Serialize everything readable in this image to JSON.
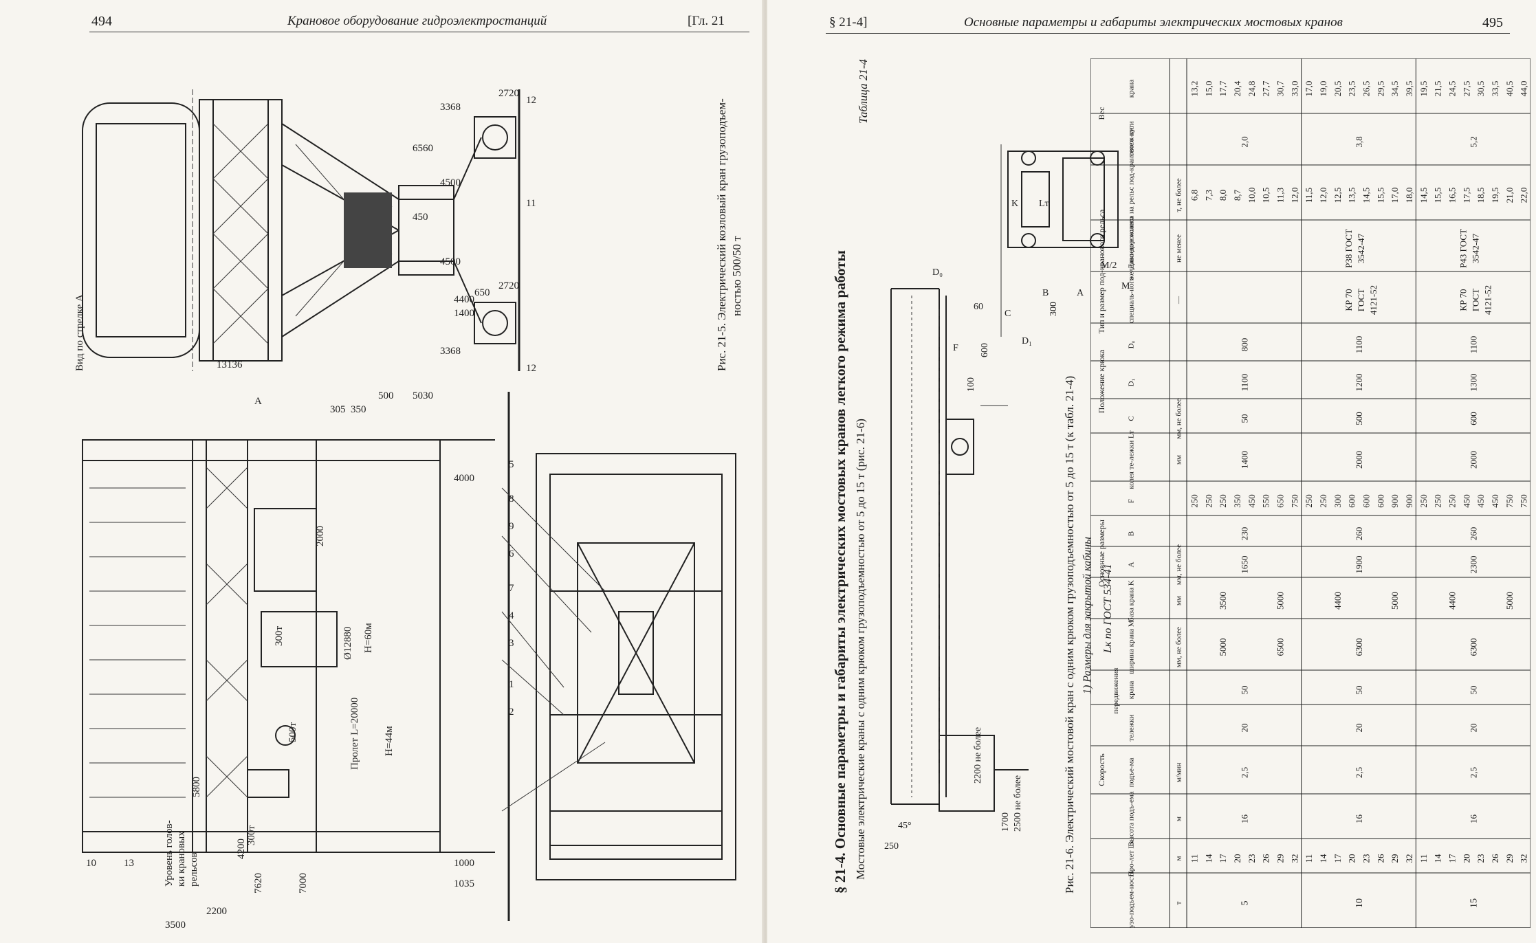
{
  "left_page": {
    "page_number": "494",
    "running_title": "Крановое оборудование гидроэлектростанций",
    "chapter": "[Гл. 21",
    "fig_21_5": {
      "caption": "Рис. 21-5. Электрический козловый кран грузоподъем-",
      "caption2": "ностью 500/50 т",
      "view_label": "Вид по стрелке А",
      "dims_top": [
        "3368",
        "4500",
        "4500",
        "3368",
        "13136",
        "2720",
        "2720",
        "4400",
        "1400",
        "450",
        "650",
        "6560"
      ],
      "leaders": [
        "11",
        "12",
        "12"
      ]
    },
    "fig_main": {
      "labels": [
        "Пролет L=20000",
        "H=60м",
        "H=44м",
        "300т",
        "300т",
        "500т",
        "Ø12880",
        "2000",
        "5800",
        "7620",
        "7000",
        "4200",
        "5030",
        "500",
        "350",
        "305",
        "4000",
        "1000",
        "1035",
        "2200",
        "3500",
        "A"
      ],
      "rail_label": "Уровень голов-",
      "rail_label2": "ки крановых",
      "rail_label3": "рельсов",
      "callouts": [
        "10",
        "13",
        "1",
        "2",
        "3",
        "4",
        "7",
        "6",
        "9",
        "8",
        "5"
      ]
    }
  },
  "right_page": {
    "page_number": "495",
    "section_ref": "§ 21-4]",
    "running_title": "Основные параметры и габариты электрических мостовых кранов",
    "section_title": "§ 21-4. Основные параметры и габариты электрических мостовых кранов легкого режима работы",
    "subtitle": "Мостовые электрические краны с одним крюком грузоподъемностью от 5 до 15 т (рис. 21-6)",
    "table_label": "Таблица 21-4",
    "fig_21_6": {
      "caption": "Рис. 21-6. Электрический мостовой кран с одним крюком грузоподъемностью от 5 до 15 т (к табл. 21-4)",
      "note": "1) Размеры для закрытой кабины",
      "span_label": "Lк по ГОСТ 534-41",
      "dims": [
        "250",
        "45°",
        "1700",
        "2500 не более",
        "2200 не более",
        "100",
        "600",
        "300",
        "B",
        "A",
        "60",
        "D₀",
        "D₁",
        "F",
        "C",
        "M",
        "M/2",
        "K",
        "Lт"
      ]
    },
    "table": {
      "headers": {
        "capacity": "Грузо-подъем-ность",
        "span": "Про-лет Lк",
        "lift_height": "Высота подъ-ема",
        "speed": "Скорость",
        "speed_lift": "подъе-ма",
        "speed_travel": "передвижения",
        "speed_trolley": "тележки",
        "speed_crane": "крана",
        "main_dims": "Основные размеры",
        "width": "ширина крана M",
        "base": "база крана K",
        "A": "A",
        "B": "B",
        "F": "F",
        "track": "колея те-лежки Lт",
        "hook": "Положение крюка",
        "C": "C",
        "D1": "D₁",
        "D0": "D₀",
        "rail_type": "Тип и размер под-кранового рельса",
        "rail_special": "специаль-ного",
        "rail_railway": "железно-дорожного",
        "wheel_pressure": "Давление колеса на рельс под-кранового пути",
        "weight": "Вес",
        "weight_trolley": "тележ-ки",
        "weight_crane": "крана"
      },
      "units": {
        "capacity": "т",
        "span": "м",
        "lift": "м",
        "speed": "м/мин",
        "width": "мм, не более",
        "base": "мм",
        "dims_abf": "мм, не более",
        "track": "мм",
        "hook": "мм, не более",
        "rail_special": "—",
        "rail_railway": "не менее",
        "weights": "т, не более"
      },
      "groups": [
        {
          "capacity": "5",
          "spans": [
            "11",
            "14",
            "17",
            "20",
            "23",
            "26",
            "29",
            "32"
          ],
          "lift": "16",
          "v_lift": "2,5",
          "v_trolley": "20",
          "v_crane": "50",
          "width": [
            "5000",
            "6500"
          ],
          "base": [
            "3500",
            "5000"
          ],
          "A": "1650",
          "B": "230",
          "F": [
            "250",
            "250",
            "250",
            "350",
            "450",
            "550",
            "650",
            "750"
          ],
          "track": "1400",
          "C": "50",
          "D1": "1100",
          "D0": "800",
          "rail_special": "",
          "rail_railway": "",
          "pressure": [
            "6,8",
            "7,3",
            "8,0",
            "8,7",
            "10,0",
            "10,5",
            "11,3",
            "12,0"
          ],
          "w_trolley": "2,0",
          "w_crane": [
            "13,2",
            "15,0",
            "17,7",
            "20,4",
            "24,8",
            "27,7",
            "30,7",
            "33,0"
          ]
        },
        {
          "capacity": "10",
          "spans": [
            "11",
            "14",
            "17",
            "20",
            "23",
            "26",
            "29",
            "32"
          ],
          "lift": "16",
          "v_lift": "2,5",
          "v_trolley": "20",
          "v_crane": "50",
          "width": [
            "6300"
          ],
          "base": [
            "4400",
            "5000"
          ],
          "A": "1900",
          "B": "260",
          "F": [
            "250",
            "250",
            "300",
            "600",
            "600",
            "600",
            "900",
            "900"
          ],
          "track": "2000",
          "C": "500",
          "D1": "1200",
          "D0": "1100",
          "rail_special": "КР 70 ГОСТ 4121-52",
          "rail_railway": "Р38 ГОСТ 3542-47",
          "pressure": [
            "11,5",
            "12,0",
            "12,5",
            "13,5",
            "14,5",
            "15,5",
            "17,0",
            "18,0"
          ],
          "w_trolley": "3,8",
          "w_crane": [
            "17,0",
            "19,0",
            "20,5",
            "23,5",
            "26,5",
            "29,5",
            "34,5",
            "39,5"
          ]
        },
        {
          "capacity": "15",
          "spans": [
            "11",
            "14",
            "17",
            "20",
            "23",
            "26",
            "29",
            "32"
          ],
          "lift": "16",
          "v_lift": "2,5",
          "v_trolley": "20",
          "v_crane": "50",
          "width": [
            "6300"
          ],
          "base": [
            "4400",
            "5000"
          ],
          "A": "2300",
          "B": "260",
          "F": [
            "250",
            "250",
            "250",
            "450",
            "450",
            "450",
            "750",
            "750"
          ],
          "track": "2000",
          "C": "600",
          "D1": "1300",
          "D0": "1100",
          "rail_special": "КР 70 ГОСТ 4121-52",
          "rail_railway": "Р43 ГОСТ 3542-47",
          "pressure": [
            "14,5",
            "15,5",
            "16,5",
            "17,5",
            "18,5",
            "19,5",
            "21,0",
            "22,0"
          ],
          "w_trolley": "5,2",
          "w_crane": [
            "19,5",
            "21,5",
            "24,5",
            "27,5",
            "30,5",
            "33,5",
            "40,5",
            "44,0"
          ]
        }
      ]
    }
  }
}
